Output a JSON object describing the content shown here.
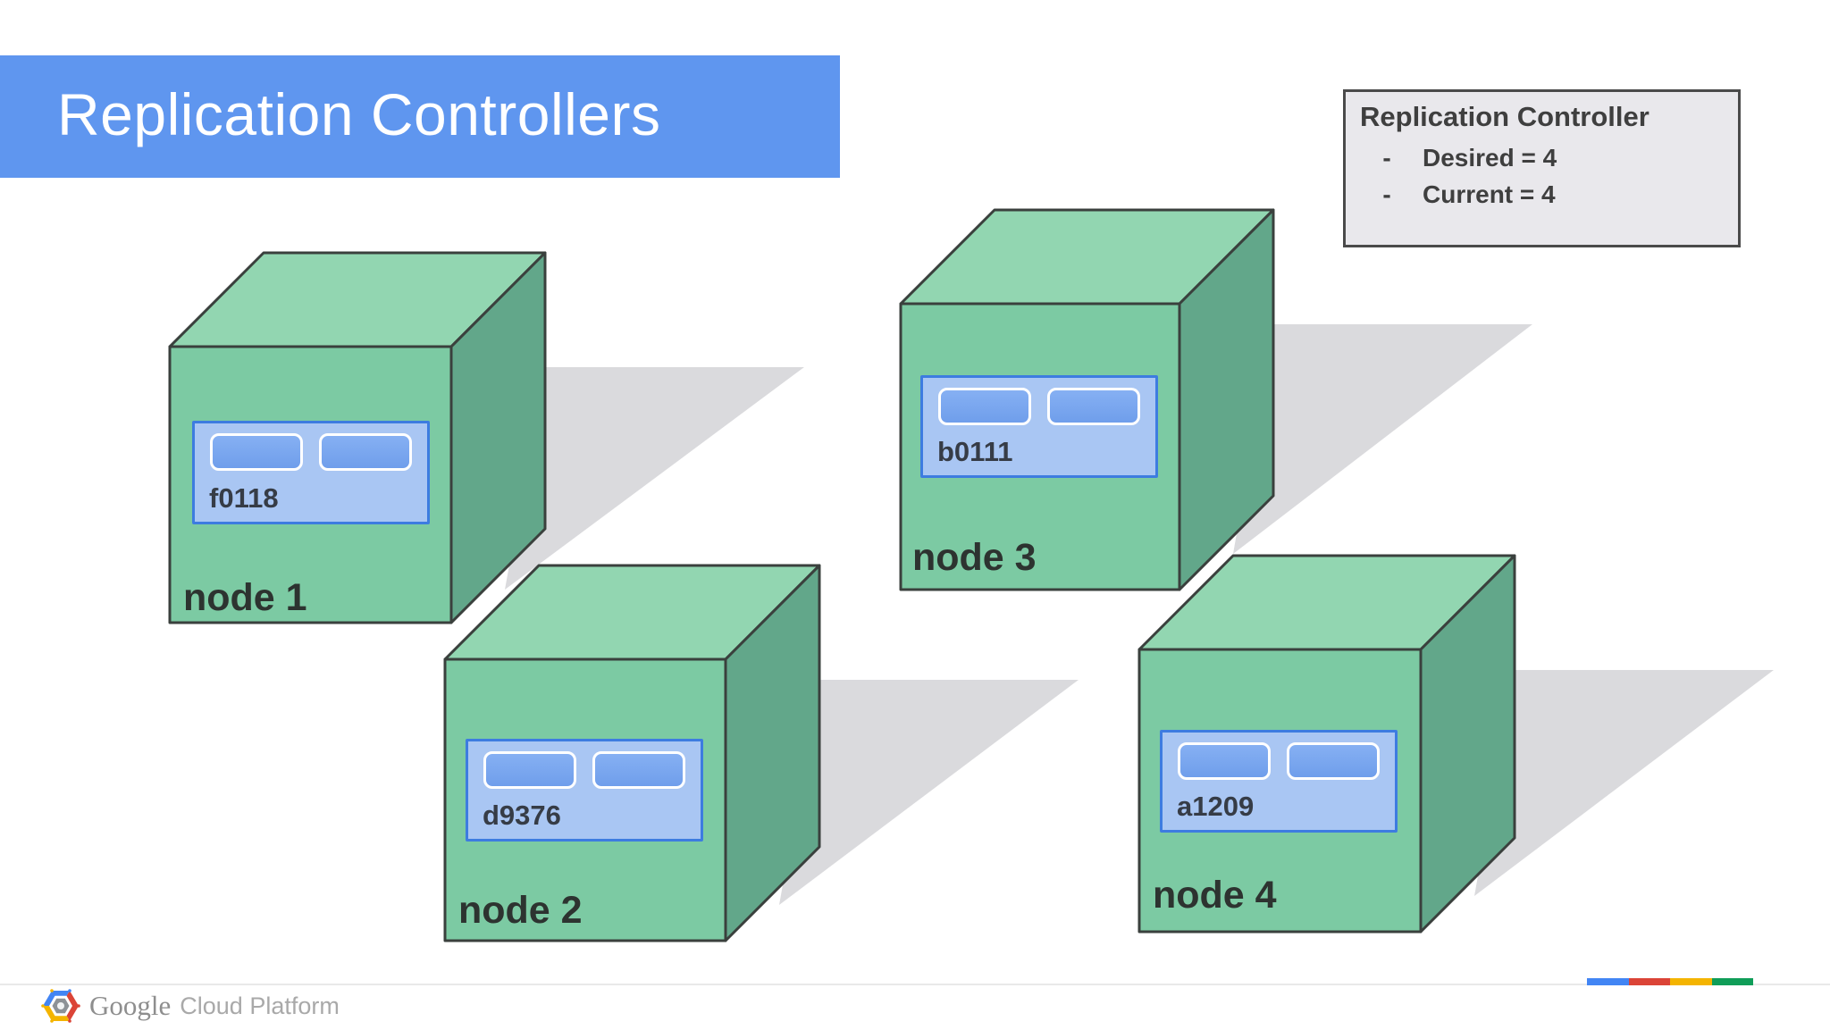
{
  "slide": {
    "title": "Replication Controllers"
  },
  "info_box": {
    "title": "Replication Controller",
    "items": [
      {
        "bullet": "-",
        "text": "Desired = 4"
      },
      {
        "bullet": "-",
        "text": "Current = 4"
      }
    ]
  },
  "nodes": [
    {
      "label": "node 1",
      "pod_id": "f0118",
      "container_count": 2
    },
    {
      "label": "node 2",
      "pod_id": "d9376",
      "container_count": 2
    },
    {
      "label": "node 3",
      "pod_id": "b0111",
      "container_count": 2
    },
    {
      "label": "node 4",
      "pod_id": "a1209",
      "container_count": 2
    }
  ],
  "footer": {
    "logo_icon": "google-cloud-hexagon-icon",
    "brand": "Google",
    "product": "Cloud Platform",
    "accent_bar_colors": [
      "#4285f4",
      "#db4437",
      "#f4b400",
      "#0f9d58"
    ]
  },
  "colors": {
    "banner_blue": "#5f96ef",
    "cube_top": "#92d6b1",
    "cube_front": "#7ccaa3",
    "cube_side": "#62a78a",
    "cube_outline": "#3a403d",
    "pod_fill": "#a9c6f3",
    "pod_border": "#3d7ce0",
    "container_fill": "#79a7f0",
    "shadow": "#dadadd",
    "info_box_bg": "#e9e8ec",
    "info_box_border": "#4a4a4a"
  }
}
